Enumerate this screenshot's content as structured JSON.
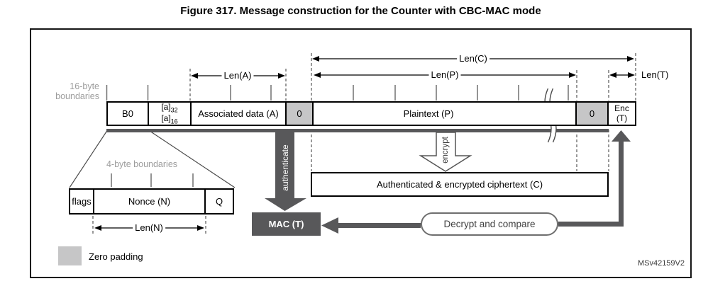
{
  "figure": {
    "title": "Figure 317. Message construction for the Counter with CBC-MAC mode",
    "watermark": "MSv42159V2"
  },
  "labels": {
    "boundaries_16": "16-byte\nboundaries",
    "boundaries_4": "4-byte boundaries",
    "len_c": "Len(C)",
    "len_p": "Len(P)",
    "len_a": "Len(A)",
    "len_t": "Len(T)",
    "len_n": "Len(N)",
    "authenticate": "authenticate",
    "encrypt": "encrypt",
    "zero_padding": "Zero padding"
  },
  "message_bar": {
    "b0": "B0",
    "a_field": {
      "line1_base": "[a]",
      "line1_sub": "32",
      "line2_base": "[a]",
      "line2_sub": "16"
    },
    "associated": "Associated data (A)",
    "zero1": "0",
    "plaintext": "Plaintext (P)",
    "zero2": "0",
    "enc_t": "Enc\n(T)"
  },
  "b0_detail": {
    "flags": "flags",
    "nonce": "Nonce (N)",
    "q": "Q"
  },
  "flow": {
    "mac": "MAC (T)",
    "ciphertext": "Authenticated & encrypted ciphertext (C)",
    "decrypt": "Decrypt and compare"
  },
  "colors": {
    "dark_gray": "#58585a",
    "padding_gray": "#c6c6c7",
    "boundary_label_gray": "#9d9d9d"
  }
}
